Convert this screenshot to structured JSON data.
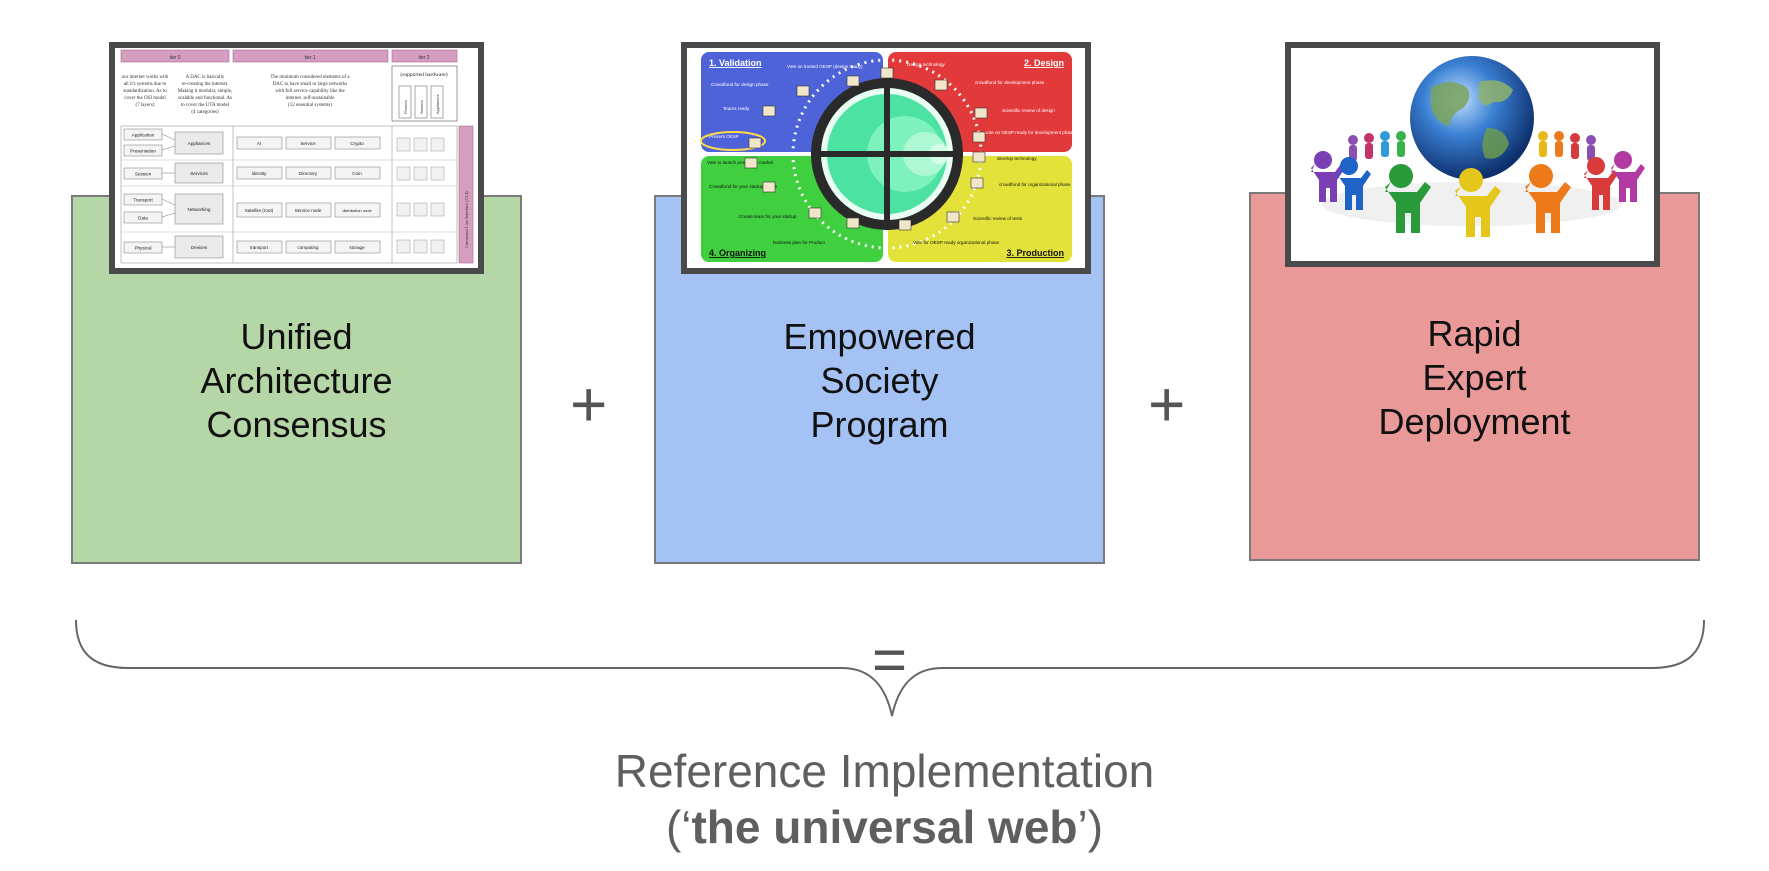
{
  "panels": [
    {
      "lines": [
        "Unified",
        "Architecture",
        "Consensus"
      ],
      "color": "#b5d6a7"
    },
    {
      "lines": [
        "Empowered",
        "Society",
        "Program"
      ],
      "color": "#a4c2f4"
    },
    {
      "lines": [
        "Rapid",
        "Expert",
        "Deployment"
      ],
      "color": "#ea9999"
    }
  ],
  "operators": {
    "plus_1": "+",
    "plus_2": "+",
    "equals": "="
  },
  "result": {
    "line1": "Reference Implementation",
    "line2_prefix": "(‘",
    "line2_bold": "the universal web",
    "line2_suffix": "’)"
  },
  "thumb1": {
    "tier_headers": [
      "tier 0",
      "tier 1",
      "tier 2"
    ],
    "hardware_header": "(supported hardware)",
    "hardware_cols": [
      "Phones",
      "Servers",
      "Appliances"
    ],
    "text_col1": [
      "our internet works with",
      "all it's systems due to",
      "standardization. As to",
      "cover the OSI model",
      "(7 layers)"
    ],
    "text_col2": [
      "A DAC is basically",
      "re-creating the internet.",
      "Making it modular, simple,",
      "scalable and functional. As",
      "to cover the UTA model",
      "(4 categories)"
    ],
    "text_col3": [
      "The minimum considered elements of a",
      "DAC to have small or large networks",
      "with full service capability like the",
      "internet. self-sustainable",
      "(12 essential systems)"
    ],
    "osi_layers": [
      "Application",
      "Presentation",
      "Session",
      "Transport",
      "Data",
      "Physical"
    ],
    "categories": [
      "Appliances",
      "Services",
      "Networking",
      "Devices"
    ],
    "systems": [
      [
        "AI",
        "Service",
        "Crypto"
      ],
      [
        "Identity",
        "Directory",
        "Coin"
      ],
      [
        "Satellite (root)",
        "Service node",
        "distribution node"
      ],
      [
        "transport",
        "computing",
        "storage"
      ]
    ],
    "side_label": "Command Line Interface (CLI)"
  },
  "thumb2": {
    "quadrants": [
      {
        "title": "1. Validation",
        "color": "#4f63d9"
      },
      {
        "title": "2. Design",
        "color": "#e23a3a"
      },
      {
        "title": "4. Organizing",
        "color": "#3fcf3f"
      },
      {
        "title": "3. Production",
        "color": "#e2e23a"
      }
    ],
    "notes": [
      "Vote on trusted OESP (design ready)",
      "Crowdfund for design phase",
      "Teams ready",
      "Present OESP",
      "Design technology",
      "crowdfund for development phase",
      "Scientific review of design",
      "vote on OESP ready for development phase",
      "Vote to launch product to market",
      "Crowdfund for your startup phase",
      "Create team for your startup",
      "business plan for Product",
      "develop technology",
      "crowdfund for organizational phase",
      "Scientific review of tests",
      "Vote for OESP ready organizational phase"
    ]
  }
}
